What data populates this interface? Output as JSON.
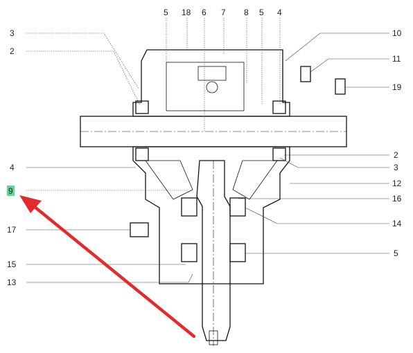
{
  "diagram": {
    "callouts_top": [
      "5",
      "18",
      "6",
      "7",
      "8",
      "5",
      "4"
    ],
    "callouts_left": [
      "3",
      "2",
      "4",
      "9",
      "17",
      "15",
      "13"
    ],
    "callouts_right": [
      "10",
      "11",
      "19",
      "2",
      "3",
      "12",
      "16",
      "14",
      "5"
    ],
    "highlighted_callout": "9",
    "colors": {
      "highlight": "#6fcf97",
      "arrow": "#e32b2b",
      "line": "#111111",
      "label": "#222222"
    }
  }
}
